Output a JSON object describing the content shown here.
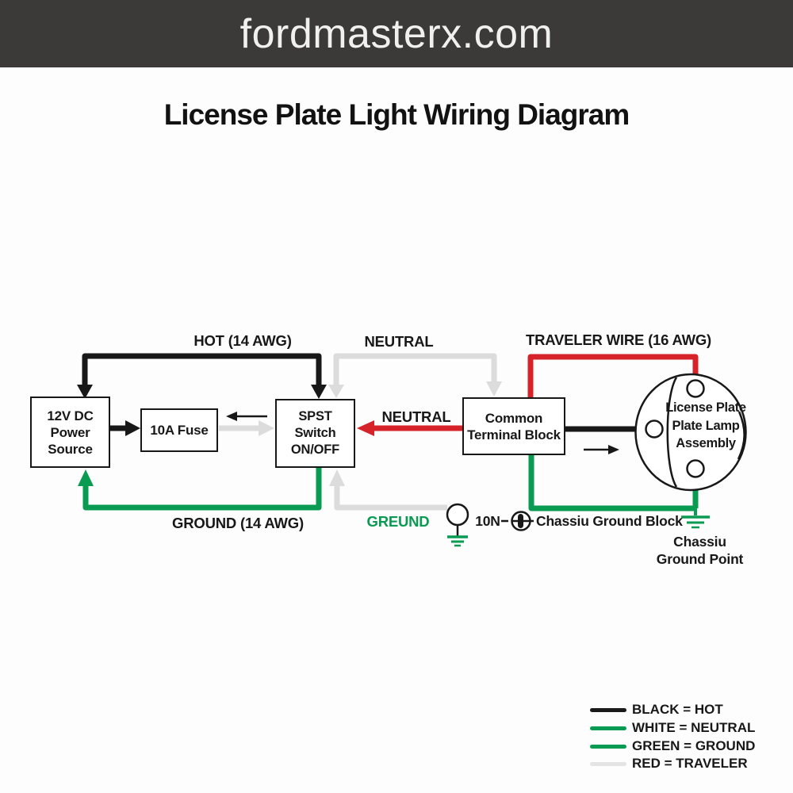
{
  "header": {
    "site": "fordmasterx.com"
  },
  "title": "License Plate Light Wiring Diagram",
  "colors": {
    "header_bg": "#3b3a39",
    "header_text": "#f0f0f0",
    "wire_black": "#181818",
    "wire_gray": "#dcdcdc",
    "wire_red": "#d62329",
    "wire_green": "#0a9b52",
    "legend_gray": "#e4e4e4"
  },
  "diagram": {
    "boxes": {
      "power_source": {
        "lines": [
          "12V DC",
          "Power",
          "Source"
        ]
      },
      "fuse": {
        "label": "10A Fuse"
      },
      "switch": {
        "lines": [
          "SPST Switch",
          "ON/OFF"
        ]
      },
      "terminal_block": {
        "lines": [
          "Common",
          "Terminal Block"
        ]
      }
    },
    "lamp": {
      "lines": [
        "License Plate",
        "Plate Lamp",
        "Assembly"
      ]
    },
    "labels": {
      "hot": "HOT (14 AWG)",
      "neutral_top": "NEUTRAL",
      "traveler": "TRAVELER WIRE (16 AWG)",
      "neutral_mid": "NEUTRAL",
      "ground": "GROUND (14 AWG)",
      "greund": "GREUND",
      "ten_n": "10N",
      "chassiu_block": "Chassiu Ground Block",
      "chassiu_point_line1": "Chassiu",
      "chassiu_point_line2": "Ground Point"
    },
    "legend": {
      "items": [
        {
          "label": "BLACK = HOT",
          "color": "#1a1a1a"
        },
        {
          "label": "WHITE = NEUTRAL",
          "color": "#0a9b52"
        },
        {
          "label": "GREEN = GROUND",
          "color": "#0a9b52"
        },
        {
          "label": "RED = TRAVELER",
          "color": "#e4e4e4"
        }
      ]
    }
  }
}
